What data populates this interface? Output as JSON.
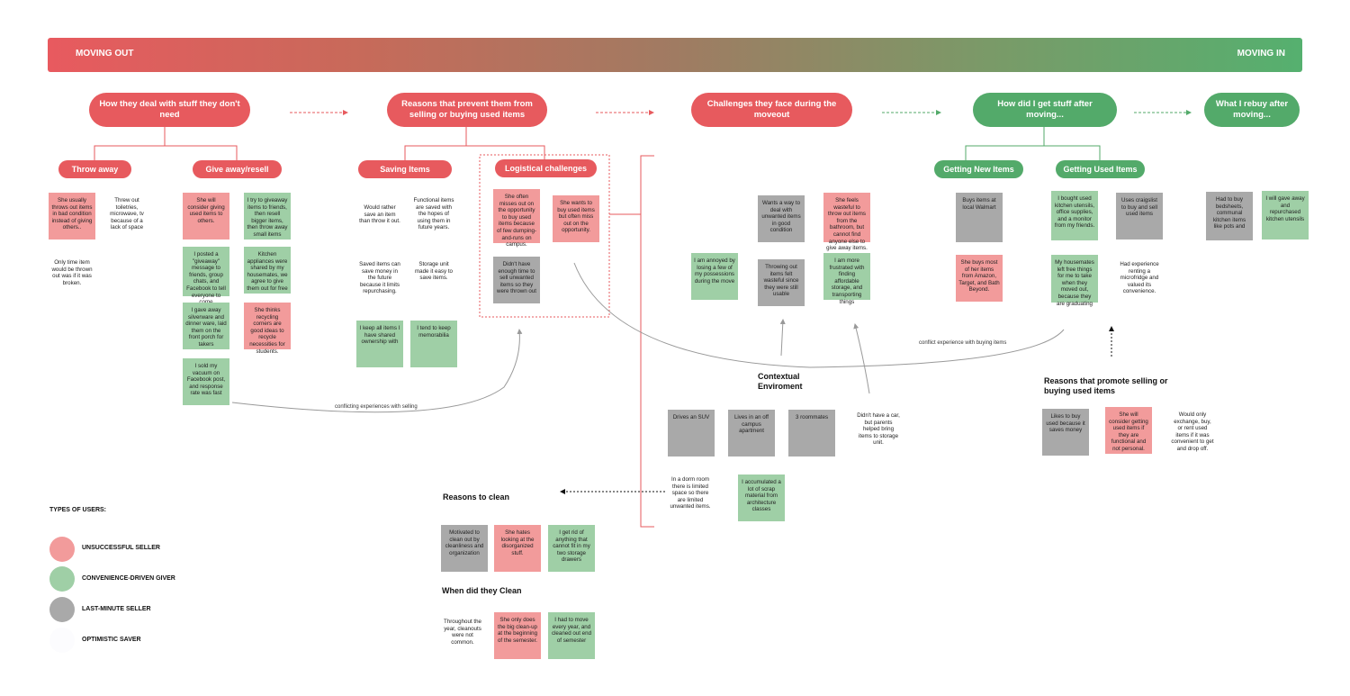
{
  "timeline": {
    "left_label": "MOVING OUT",
    "right_label": "MOVING IN"
  },
  "stages": [
    "How they deal with stuff they don't need",
    "Reasons that prevent them from selling or buying used items",
    "Challenges they face during the moveout",
    "How did I get stuff after moving...",
    "What I rebuy after moving..."
  ],
  "subcategories": {
    "throw_away": "Throw away",
    "give_away": "Give away/resell",
    "saving": "Saving Items",
    "logistical": "Logistical challenges",
    "new_items": "Getting New Items",
    "used_items": "Getting Used Items"
  },
  "notes": {
    "throw_1": "She usually throws out items in bad condition instead of giving others..",
    "throw_2": "Threw out toiletries, microwave, tv because of a lack of space",
    "throw_3": "Only time item would be thrown out was if it was broken.",
    "give_1": "She will consider giving used items to others.",
    "give_2": "I try to giveaway items to friends, then resell bigger items, then throw away small items",
    "give_3": "I posted a \"giveaway\" message to friends, group chats, and Facebook to tell everyone to come",
    "give_4": "Kitchen appliances were shared by my housemates, we agree to give them out for free",
    "give_5": "I gave away silverware and dinner ware, laid them on the front porch for takers",
    "give_6": "She thinks recycling corners are good ideas to recycle necessities for students.",
    "give_7": "I sold my vacuum on Facebook post, and response rate was fast",
    "save_1": "Would rather save an item than throw it out.",
    "save_2": "Functional items are saved with the hopes of using them in future years.",
    "save_3": "Saved items can save money in the future because it limits repurchasing.",
    "save_4": "Storage unit made it easy to save items.",
    "save_5": "I keep all items I have shared ownership with",
    "save_6": "I tend to keep memorabilia",
    "log_1": "She often misses out on the opportunity to buy used items because of few dumping-and-runs on campus.",
    "log_2": "She wants to buy used items but often miss out on the opportunity.",
    "log_3": "Didn't have enough time to sell unwanted items so they were thrown out",
    "ch_1": "Wants a way to deal with unwanted items in good condition",
    "ch_2": "She feels wasteful to throw out items from the bathroom, but cannot find anyone else to give away items.",
    "ch_3": "I am annoyed by losing a few of my possessions during the move",
    "ch_4": "Throwing out items felt wasteful since they were still usable",
    "ch_5": "I am more frustrated with finding affordable storage, and transporting things",
    "ctx_1": "Drives an SUV",
    "ctx_2": "Lives in an off campus apartment",
    "ctx_3": "3 roommates",
    "ctx_4": "Didn't have a car, but parents helped bring items to storage unit.",
    "ctx_5": "In a dorm room there is limited space so there are limited unwanted items.",
    "ctx_6": "I accumulated a lot of scrap material from architecture classes",
    "new_1": "Buys items at local Walmart",
    "new_2": "She buys most of her items from Amazon, Target, and Bath Beyond.",
    "used_1": "I bought used kitchen utensils, office supplies, and a monitor from my friends.",
    "used_2": "Uses craigslist to buy and sell used items",
    "used_3": "My housemates left free things for me to take when they moved out, because they are graduating",
    "used_4": "Had experience renting a microfridge and valued its convenience.",
    "rebuy_1": "Had to buy bedsheets, communal kitchen items like pots and",
    "rebuy_2": "I will gave away and repurchased kitchen utensils",
    "promo_1": "Likes to buy used because it saves money",
    "promo_2": "She will consider getting used items if they are functional and not personal.",
    "promo_3": "Would only exchange, buy, or rent used items if it was convenient to get and drop off.",
    "clean_1": "Motivated to clean out by cleanliness and organization",
    "clean_2": "She hates looking at the disorganized stuff.",
    "clean_3": "I get rid of anything that cannot fit in my two storage drawers",
    "when_1": "Throughout the year, cleanouts were not common.",
    "when_2": "She only does the big clean-up at the beginning of the semester.",
    "when_3": "I had to move every year, and cleaned out end of semester"
  },
  "headings": {
    "context": "Contextual Enviroment",
    "promote": "Reasons that promote selling or buying used items",
    "clean": "Reasons to clean",
    "when_clean": "When did they Clean"
  },
  "annotations": {
    "conflict_selling": "conflicting experiences with selling",
    "conflict_buying": "conflict experience with buying items"
  },
  "legend": {
    "title": "TYPES OF USERS:",
    "items": [
      {
        "label": "UNSUCCESSFUL SELLER",
        "color": "#f29b9b"
      },
      {
        "label": "CONVENIENCE-DRIVEN GIVER",
        "color": "#9fcfa6"
      },
      {
        "label": "LAST-MINUTE SELLER",
        "color": "#a9a9a9"
      },
      {
        "label": "OPTIMISTIC SAVER",
        "color": "#fcfcfe"
      }
    ]
  },
  "colors": {
    "red": "#e75a5e",
    "green": "#53aa6a"
  }
}
